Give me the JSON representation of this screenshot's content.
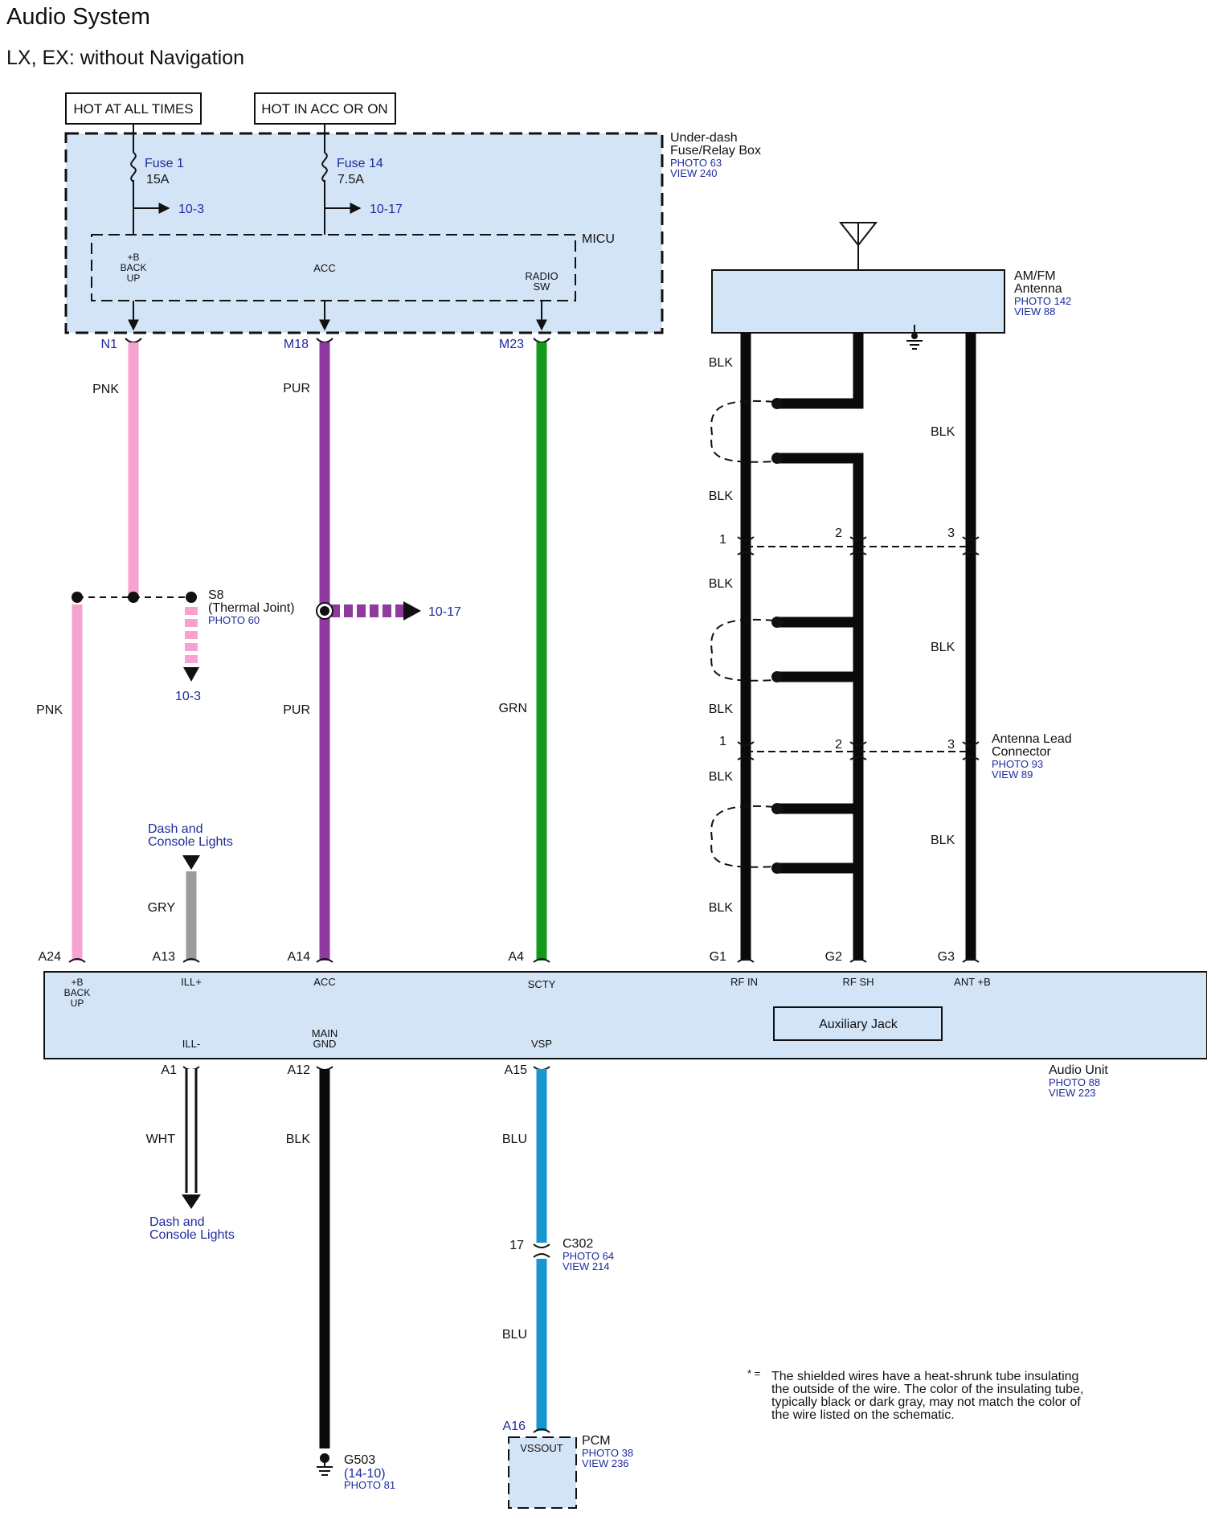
{
  "header": {
    "title": "Audio System",
    "subtitle": "LX, EX: without Navigation"
  },
  "power": {
    "hot_at_all_times": "HOT AT ALL TIMES",
    "hot_in_acc_or_on": "HOT IN ACC OR ON"
  },
  "fuse_box": {
    "name_line1": "Under-dash",
    "name_line2": "Fuse/Relay Box",
    "photo": "PHOTO 63",
    "view": "VIEW 240",
    "fuse1_name": "Fuse 1",
    "fuse1_rating": "15A",
    "fuse1_ref": "10-3",
    "fuse14_name": "Fuse 14",
    "fuse14_rating": "7.5A",
    "fuse14_ref": "10-17"
  },
  "micu": {
    "name": "MICU",
    "pin_backup_1": "+B",
    "pin_backup_2": "BACK",
    "pin_backup_3": "UP",
    "pin_acc": "ACC",
    "pin_radio_1": "RADIO",
    "pin_radio_2": "SW"
  },
  "connectors_top": {
    "n1": "N1",
    "m18": "M18",
    "m23": "M23"
  },
  "wire_colors": {
    "pnk": "PNK",
    "pur": "PUR",
    "grn": "GRN",
    "gry": "GRY",
    "wht": "WHT",
    "blk": "BLK",
    "blu": "BLU"
  },
  "splice": {
    "name": "S8",
    "desc": "(Thermal Joint)",
    "photo": "PHOTO 60",
    "ref_down": "10-3",
    "ref_right": "10-17"
  },
  "dash_lights": {
    "line1": "Dash and",
    "line2": "Console Lights"
  },
  "antenna": {
    "name_line1": "AM/FM",
    "name_line2": "Antenna",
    "photo": "PHOTO 142",
    "view": "VIEW 88"
  },
  "antenna_lead": {
    "name_line1": "Antenna Lead",
    "name_line2": "Connector",
    "photo": "PHOTO 93",
    "view": "VIEW 89",
    "pin1": "1",
    "pin2": "2",
    "pin3": "3"
  },
  "audio_pins_top": {
    "a24": "A24",
    "a13": "A13",
    "a14": "A14",
    "a4": "A4",
    "g1": "G1",
    "g2": "G2",
    "g3": "G3"
  },
  "audio_unit": {
    "backup_1": "+B",
    "backup_2": "BACK",
    "backup_3": "UP",
    "ill_plus": "ILL+",
    "acc": "ACC",
    "scty": "SCTY",
    "rf_in": "RF IN",
    "rf_sh": "RF SH",
    "ant_b": "ANT +B",
    "ill_minus": "ILL-",
    "main_gnd_1": "MAIN",
    "main_gnd_2": "GND",
    "vsp": "VSP",
    "aux_jack": "Auxiliary Jack",
    "name": "Audio Unit",
    "photo": "PHOTO 88",
    "view": "VIEW 223"
  },
  "audio_pins_bottom": {
    "a1": "A1",
    "a12": "A12",
    "a15": "A15"
  },
  "c302": {
    "pin": "17",
    "name": "C302",
    "photo": "PHOTO 64",
    "view": "VIEW 214"
  },
  "g503": {
    "name": "G503",
    "ref": "(14-10)",
    "photo": "PHOTO 81"
  },
  "pcm": {
    "pin": "A16",
    "pin_name": "VSSOUT",
    "name": "PCM",
    "photo": "PHOTO 38",
    "view": "VIEW 236"
  },
  "note": {
    "marker": "* =",
    "line1": "The shielded wires have a heat-shrunk tube insulating",
    "line2": "the outside of the wire. The color of the insulating tube,",
    "line3": "typically black or dark gray, may not match the color of",
    "line4": "the wire listed on the schematic."
  },
  "colors": {
    "pink": "#f7a3cf",
    "purple": "#8f3a9e",
    "green": "#12991a",
    "gray": "#9c9c9c",
    "blue": "#1697cf",
    "black": "#0a0a0a",
    "panel": "#d4e4f7",
    "ref_text": "#1d2b9e"
  }
}
